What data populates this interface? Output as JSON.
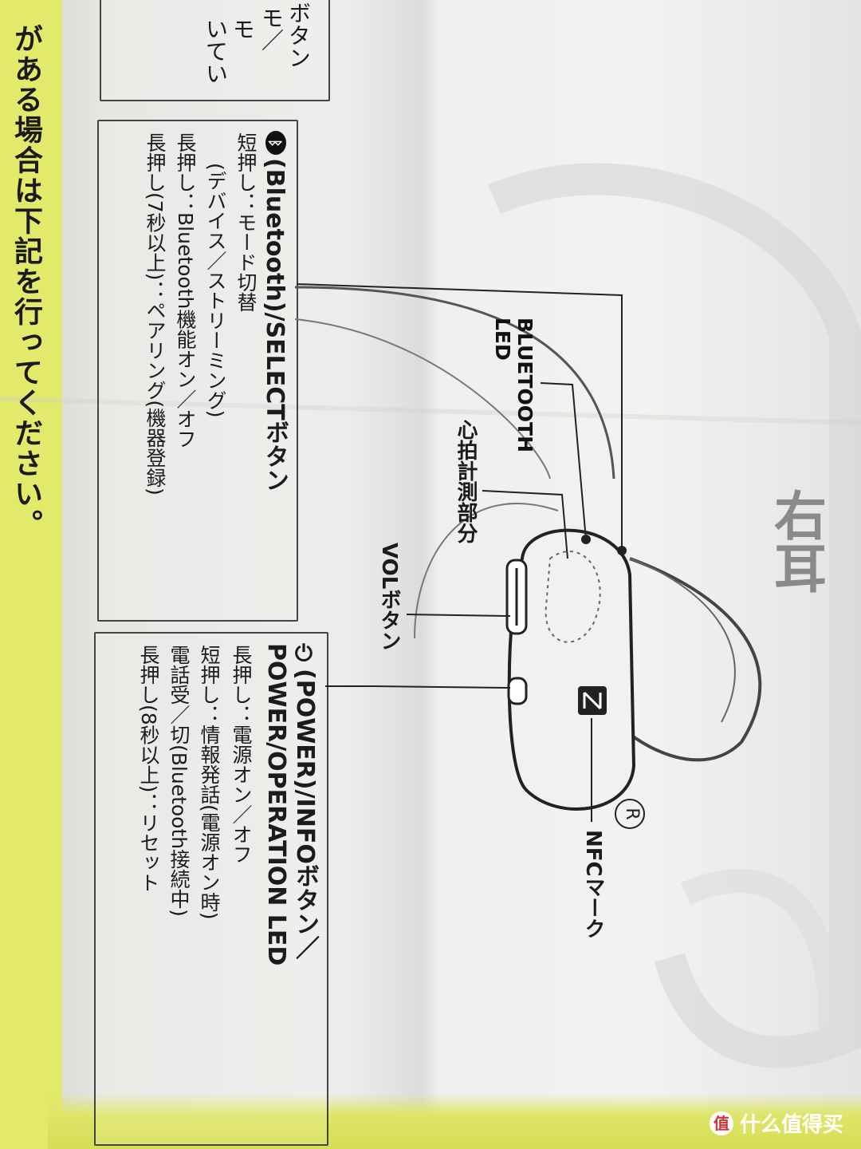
{
  "left_margin": {
    "line1": "がある場合は下記を行ってください。",
    "fragment1": "ボタン",
    "fragment2": "モ／",
    "fragment3": "モ",
    "fragment4": "いてい"
  },
  "bluetooth_box": {
    "title": "(Bluetooth)/SELECTボタン",
    "line1": "短押し：モード切替",
    "line2": "(デバイス／ストリーミング)",
    "line3": "長押し：Bluetooth機能オン／オフ",
    "line4": "長押し(7秒以上)：ペアリング(機器登録)"
  },
  "power_box": {
    "title": "(POWER)/INFOボタン／",
    "subtitle": "POWER/OPERATION LED",
    "line1": "長押し：電源オン／オフ",
    "line2": "短押し：情報発話(電源オン時)",
    "line3": "電話受／切(Bluetooth接続中)",
    "line4": "長押し(8秒以上)：リセット"
  },
  "diagram": {
    "heading": "右耳",
    "label_bt_led": "BLUETOOTH\nLED",
    "label_heart": "心拍計測部分",
    "label_vol": "VOLボタン",
    "label_nfc": "NFCマーク",
    "registered": "R"
  },
  "watermark": {
    "icon": "值",
    "text": "什么值得买"
  }
}
